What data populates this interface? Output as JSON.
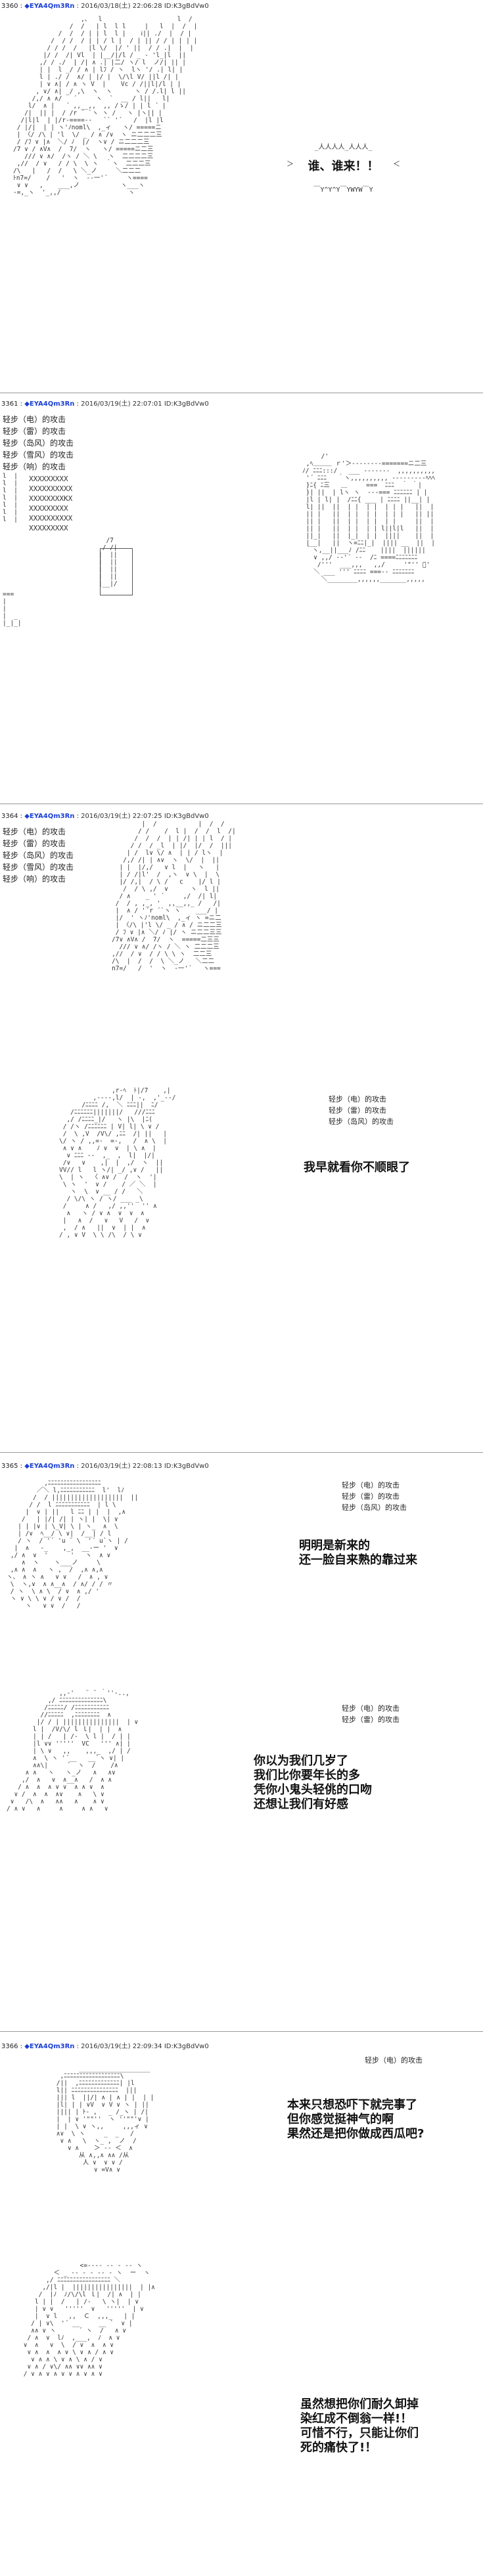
{
  "posts": [
    {
      "number": "3360 :",
      "name": "◆EYA4Qm3Rn",
      "meta": ": 2016/03/18(土) 22:06:28 ID:K3gBdVw0",
      "shout": {
        "top": "_人人人人_人人人_",
        "text": "谁、谁来！！",
        "left": "＞",
        "right": "＜",
        "bottom": "￣Y^Y^Y￣YWYW￣Y"
      }
    },
    {
      "number": "3361 :",
      "name": "◆EYA4Qm3Rn",
      "meta": ": 2016/03/19(土) 22:07:01 ID:K3gBdVw0",
      "attacks": [
        "轻步（电）的攻击",
        "轻步（雷）的攻击",
        "轻步（岛风）的攻击",
        "轻步（雪风）的攻击",
        "轻步（响）的攻击"
      ],
      "xgrid": [
        "XXXXXXXXX",
        "XXXXXXXXXX",
        "XXXXXXXXKX",
        "XXXXXXXXX",
        "XXXXXXXXXX",
        "XXXXXXXXX"
      ]
    },
    {
      "number": "3364 :",
      "name": "◆EYA4Qm3Rn",
      "meta": ": 2016/03/19(土) 22:07:25 ID:K3gBdVw0",
      "attacks": [
        "轻步（电）的攻击",
        "轻步（雷）的攻击",
        "轻步（岛风）的攻击",
        "轻步（雪风）的攻击",
        "轻步（响）的攻击"
      ],
      "attacks2": [
        "轻步（电）的攻击",
        "轻步（雷）的攻击",
        "轻步（岛风）的攻击"
      ],
      "speech": "我早就看你不顺眼了"
    },
    {
      "number": "3365 :",
      "name": "◆EYA4Qm3Rn",
      "meta": ": 2016/03/19(土) 22:08:13 ID:K3gBdVw0",
      "attacks": [
        "轻步（电）的攻击",
        "轻步（雷）的攻击",
        "轻步（岛风）的攻击"
      ],
      "speech": "明明是新来的\n还一脸自来熟的靠过来",
      "attacks2": [
        "轻步（电）的攻击",
        "轻步（雷）的攻击"
      ],
      "speech2": "你以为我们几岁了\n我们比你要年长的多\n凭你小鬼头轻佻的口吻\n还想让我们有好感"
    },
    {
      "number": "3366 :",
      "name": "◆EYA4Qm3Rn",
      "meta": ": 2016/03/19(土) 22:09:34 ID:K3gBdVw0",
      "attacks": [
        "轻步（电）的攻击"
      ],
      "speech": "本来只想恐吓下就完事了\n但你感觉挺神气的啊\n果然还是把你做成西瓜吧?",
      "speech2": "虽然想把你们耐久卸掉\n染红成不倒翁一样!！\n可惜不行，只能让你们\n死的痛快了!！"
    }
  ]
}
